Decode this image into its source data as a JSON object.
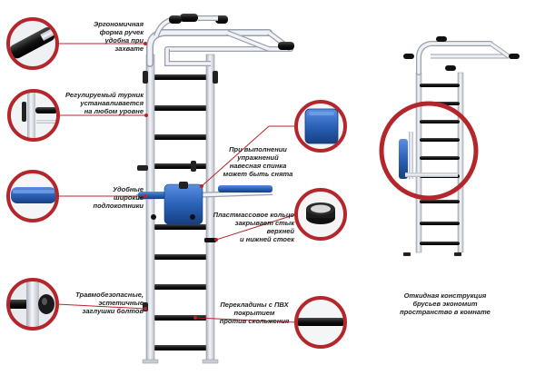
{
  "colors": {
    "frame": "#dfe3ea",
    "frame_edge": "#9aa0ab",
    "rung": "#1b1b1b",
    "accent_red": "#b5262c",
    "pad_blue": "#2a62b8",
    "text": "#222222"
  },
  "callouts": [
    {
      "id": "handles",
      "text": "Эргономичная\nформа ручек\nудобна при захвате",
      "icon": "handle-grip-icon"
    },
    {
      "id": "pullup",
      "text": "Регулируемый турник\nустанавливается\nна любом уровне",
      "icon": "pullup-bar-mount-icon"
    },
    {
      "id": "armrests",
      "text": "Удобные\nширокие\nподлокотники",
      "icon": "armrest-pad-icon"
    },
    {
      "id": "caps",
      "text": "Травмобезопасные,\nэстетичные\nзаглушки болтов",
      "icon": "bolt-cap-icon"
    },
    {
      "id": "backrest",
      "text": "При выполнении\nупражнений\nнавесная спинка\nможет быть снята",
      "icon": "backrest-pad-icon"
    },
    {
      "id": "ring",
      "text": "Пластмассовое кольцо\nзакрывает стык\nверхней\nи нижней стоек",
      "icon": "plastic-ring-icon"
    },
    {
      "id": "rungs",
      "text": "Перекладины с ПВХ\nпокрытием\nпротив скольжения",
      "icon": "pvc-rung-icon"
    }
  ],
  "folding_caption": "Откидная конструкция\nбрусьев экономит\nпространство в комнате"
}
